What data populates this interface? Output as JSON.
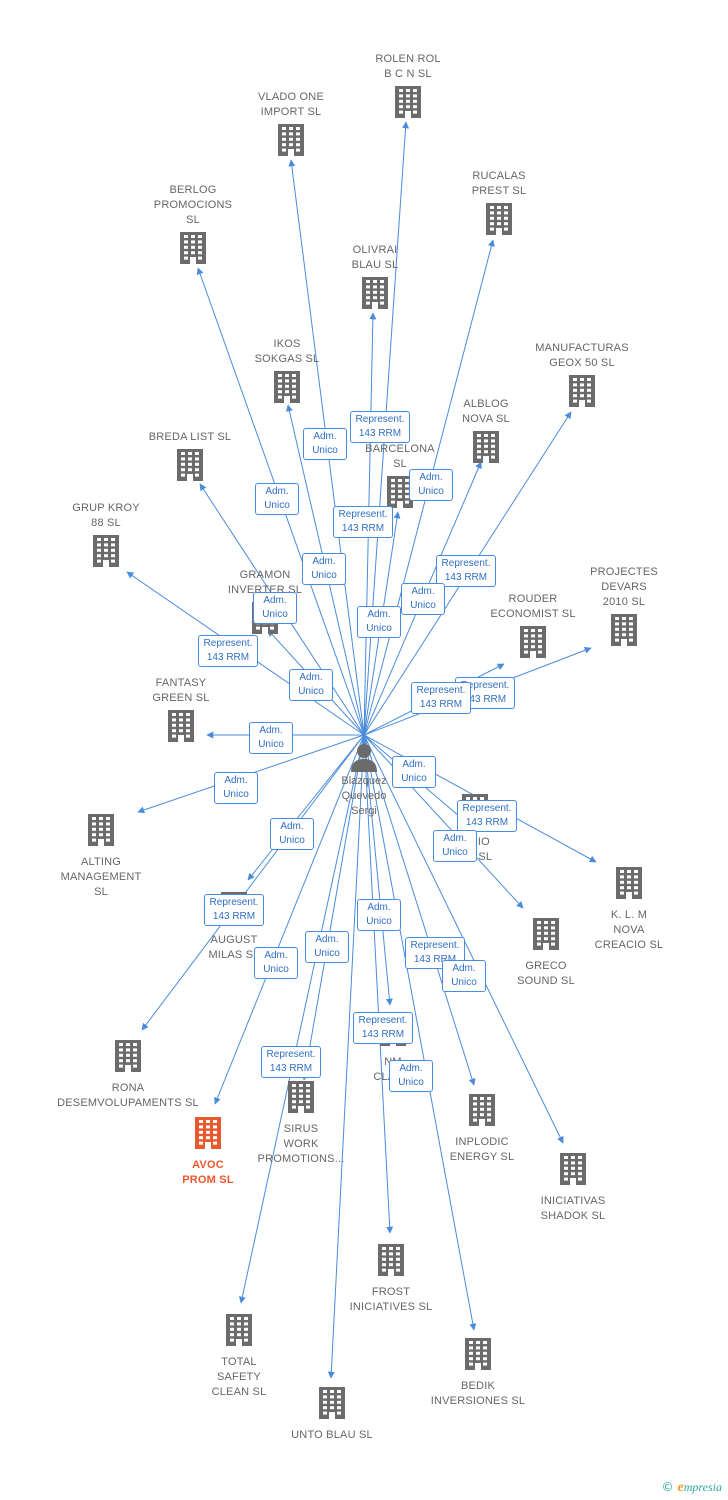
{
  "center": {
    "name": "Blazquez\nQuevedo\nSergi"
  },
  "colors": {
    "edge": "#4a8cdc",
    "node": "#6b6b6b",
    "highlight": "#e85a2e"
  },
  "nodes": [
    {
      "id": "rolen",
      "label": "ROLEN ROL\nB C N SL"
    },
    {
      "id": "vlado",
      "label": "VLADO ONE\nIMPORT SL"
    },
    {
      "id": "rucalas",
      "label": "RUCALAS\nPREST SL"
    },
    {
      "id": "berlog",
      "label": "BERLOG\nPROMOCIONS\nSL"
    },
    {
      "id": "olivrai",
      "label": "OLIVRAI\nBLAU SL"
    },
    {
      "id": "manufacturas",
      "label": "MANUFACTURAS\nGEOX 50 SL"
    },
    {
      "id": "ikos",
      "label": "IKOS\nSOKGAS SL"
    },
    {
      "id": "alblog",
      "label": "ALBLOG\nNOVA SL"
    },
    {
      "id": "breda",
      "label": "BREDA LIST SL"
    },
    {
      "id": "barcelona",
      "label": "...3\nBARCELONA\nSL"
    },
    {
      "id": "grupkroy",
      "label": "GRUP KROY\n88 SL"
    },
    {
      "id": "projectes",
      "label": "PROJECTES\nDEVARS\n2010 SL"
    },
    {
      "id": "gramon",
      "label": "GRAMON\nINVERTER SL"
    },
    {
      "id": "rouder",
      "label": "ROUDER\nECONOMIST SL"
    },
    {
      "id": "fantasy",
      "label": "FANTASY\nGREEN SL"
    },
    {
      "id": "alting",
      "label": "ALTING\nMANAGEMENT\nSL"
    },
    {
      "id": "kl",
      "label": "K. L. M\nNOVA\nCREACIO SL"
    },
    {
      "id": "rio",
      "label": "...RIO\n...S SL"
    },
    {
      "id": "august",
      "label": "AUGUST\nMILAS SL"
    },
    {
      "id": "greco",
      "label": "GRECO\nSOUND SL"
    },
    {
      "id": "rona",
      "label": "RONA\nDESEMVOLUPAMENTS SL"
    },
    {
      "id": "nm",
      "label": "NM\nCLAS..."
    },
    {
      "id": "avoc",
      "label": "AVOC\nPROM SL"
    },
    {
      "id": "sirus",
      "label": "SIRUS\nWORK\nPROMOTIONS..."
    },
    {
      "id": "inplodic",
      "label": "INPLODIC\nENERGY SL"
    },
    {
      "id": "iniciativas",
      "label": "INICIATIVAS\nSHADOK SL"
    },
    {
      "id": "frost",
      "label": "FROST\nINICIATIVES SL"
    },
    {
      "id": "total",
      "label": "TOTAL\nSAFETY\nCLEAN SL"
    },
    {
      "id": "bedik",
      "label": "BEDIK\nINVERSIONES SL"
    },
    {
      "id": "unto",
      "label": "UNTO BLAU SL"
    }
  ],
  "edge_labels": [
    {
      "id": "l1",
      "text": "Represent.\n143 RRM"
    },
    {
      "id": "l2",
      "text": "Adm.\nUnico"
    },
    {
      "id": "l3",
      "text": "Adm.\nUnico"
    },
    {
      "id": "l4",
      "text": "Adm.\nUnico"
    },
    {
      "id": "l5",
      "text": "Represent.\n143 RRM"
    },
    {
      "id": "l6",
      "text": "Adm.\nUnico"
    },
    {
      "id": "l7",
      "text": "Represent.\n143 RRM"
    },
    {
      "id": "l8",
      "text": "Adm.\nUnico"
    },
    {
      "id": "l9",
      "text": "Adm.\nUnico"
    },
    {
      "id": "l10",
      "text": "Adm.\nUnico"
    },
    {
      "id": "l11",
      "text": "Represent.\n143 RRM"
    },
    {
      "id": "l12",
      "text": "Adm.\nUnico"
    },
    {
      "id": "l13",
      "text": "Represent.\n143 RRM"
    },
    {
      "id": "l14",
      "text": "Represent.\n143 RRM"
    },
    {
      "id": "l15",
      "text": "Adm.\nUnico"
    },
    {
      "id": "l16",
      "text": "Adm.\nUnico"
    },
    {
      "id": "l17",
      "text": "Adm.\nUnico"
    },
    {
      "id": "l18",
      "text": "Represent.\n143 RRM"
    },
    {
      "id": "l19",
      "text": "Adm.\nUnico"
    },
    {
      "id": "l20",
      "text": "Adm.\nUnico"
    },
    {
      "id": "l21",
      "text": "Represent.\n143 RRM"
    },
    {
      "id": "l22",
      "text": "Adm.\nUnico"
    },
    {
      "id": "l23",
      "text": "Adm.\nUnico"
    },
    {
      "id": "l24",
      "text": "Adm.\nUnico"
    },
    {
      "id": "l25",
      "text": "Represent.\n143 RRM"
    },
    {
      "id": "l26",
      "text": "Adm.\nUnico"
    },
    {
      "id": "l27",
      "text": "Represent.\n143 RRM"
    },
    {
      "id": "l28",
      "text": "Represent.\n143 RRM"
    },
    {
      "id": "l29",
      "text": "Adm.\nUnico"
    }
  ],
  "footer": {
    "copyright": "©",
    "brand_initial": "e",
    "brand_rest": "mpresia"
  }
}
